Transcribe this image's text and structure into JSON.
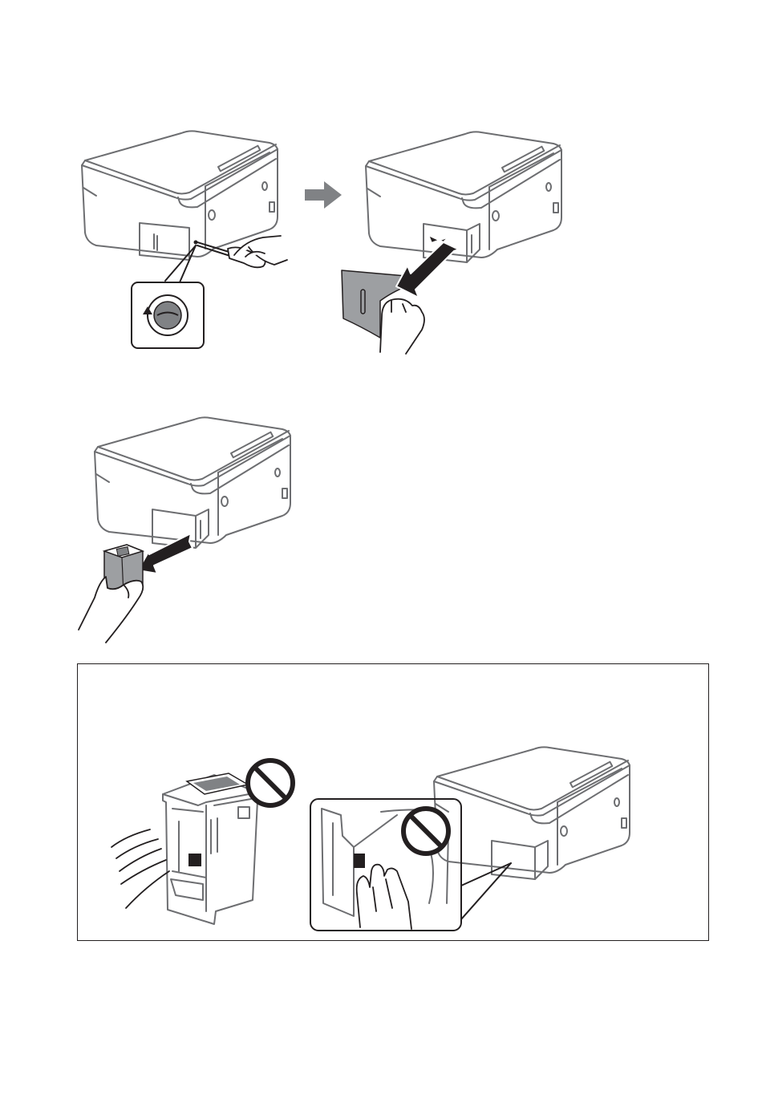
{
  "colors": {
    "line": "#6d6e71",
    "dark": "#231f20",
    "panel_gray": "#9d9fa2",
    "arrow_gray": "#808285"
  },
  "figures": [
    {
      "name": "step-unscrew-cover",
      "icons": [
        "printer-icon",
        "screwdriver-icon",
        "rotate-counterclockwise-icon",
        "hand-icon"
      ]
    },
    {
      "name": "step-remove-cover",
      "icons": [
        "printer-icon",
        "cover-panel-icon",
        "pull-arrow-icon",
        "hand-icon"
      ]
    },
    {
      "name": "step-remove-maintenance-box",
      "icons": [
        "printer-icon",
        "maintenance-box-icon",
        "pull-arrow-icon",
        "hand-icon"
      ]
    },
    {
      "name": "notice-do-not-touch",
      "icons": [
        "maintenance-box-icon",
        "prohibited-icon",
        "printer-icon",
        "hand-icon"
      ]
    }
  ]
}
